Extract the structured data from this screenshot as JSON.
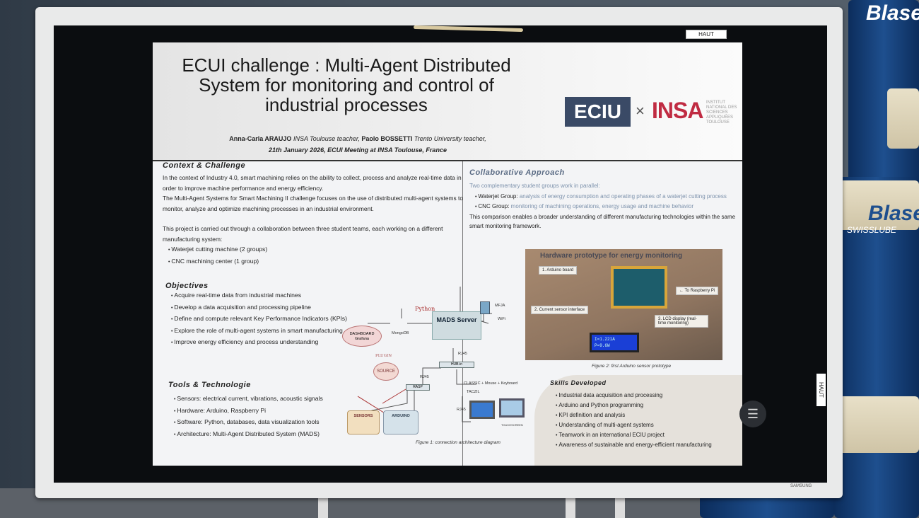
{
  "poster": {
    "title": "ECUI challenge : Multi-Agent Distributed System for monitoring and control of industrial processes",
    "author1": "Anna-Carla ARAUJO",
    "author1_role": "INSA Toulouse teacher,",
    "author2": "Paolo BOSSETTI",
    "author2_role": "Trento University teacher,",
    "date_line": "21th January 2026, ECUI Meeting at INSA Toulouse, France",
    "logo": {
      "ecu": "ECIU",
      "times": "×",
      "insa": "INSA",
      "insa_sub": "INSTITUT NATIONAL DES SCIENCES APPLIQUÉES TOULOUSE"
    },
    "context": {
      "heading": "Context & Challenge",
      "p1": "In the context of Industry 4.0, smart machining relies on the ability to collect, process and analyze real-time data in order to improve machine performance and energy efficiency.",
      "p2": "The Multi-Agent Systems for Smart Machining II challenge focuses on the use of distributed multi-agent systems to monitor, analyze and optimize machining processes in an industrial environment.",
      "p3": "This project is carried out through a collaboration between three student teams, each working on a different manufacturing system:",
      "items": [
        "Waterjet cutting machine (2 groups)",
        "CNC machining center (1 group)"
      ]
    },
    "objectives": {
      "heading": "Objectives",
      "items": [
        "Acquire real-time data from industrial machines",
        "Develop a data acquisition and processing pipeline",
        "Define and compute relevant Key Performance Indicators (KPIs)",
        "Explore the role of multi-agent systems in smart manufacturing",
        "Improve energy efficiency and process understanding"
      ]
    },
    "tools": {
      "heading": "Tools & Technologie",
      "items": [
        "Sensors: electrical current, vibrations, acoustic signals",
        "Hardware: Arduino, Raspberry Pi",
        "Software: Python, databases, data visualization tools",
        "Architecture: Multi-Agent Distributed System (MADS)"
      ]
    },
    "diagram": {
      "python": "Python",
      "mongodb": "MongoDB",
      "dashboard": "DASHBOARD",
      "grafana": "Grafana",
      "server": "MADS Server",
      "mfja": "MFJA",
      "wifi": "WiFi",
      "rj45a": "RJ45",
      "hub": "HUB-in",
      "plugin": "PLUGIN",
      "source": "SOURCE",
      "rj45b": "RJ45",
      "rasp": "RASP",
      "classic": "CLASSIC + Mouse + Keyboard",
      "taczil": "TACZIL",
      "rj45c": "RJ45",
      "touchscreen": "TOUCHSCREEN",
      "sensors": "SENSORS",
      "arduino": "ARDUINO",
      "caption": "Figure 1: connection architecture diagram"
    },
    "collab": {
      "heading": "Collaborative Approach",
      "intro": "Two complementary student groups work in parallel:",
      "items": [
        {
          "name": "Waterjet Group:",
          "desc": "analysis of energy consumption and operating phases of a waterjet cutting process"
        },
        {
          "name": "CNC Group:",
          "desc": "monitoring of machining operations, energy usage and machine behavior"
        }
      ],
      "outro": "This comparison enables a broader understanding of different manufacturing technologies within the same smart monitoring framework."
    },
    "photo": {
      "title": "Hardware prototype for energy monitoring",
      "l1": "1. Arduino board",
      "l2": "2. Current sensor interface",
      "l3": "3. LCD display (real-time monitoring)",
      "l4": "← To Raspberry Pi",
      "lcd1": "I=1.221A",
      "lcd2": "P=9.6W",
      "caption": "Figure 2: first Arduino sensor prototype"
    },
    "skills": {
      "heading": "Skills Developed",
      "items": [
        "Industrial data acquisition and processing",
        "Arduino and Python programming",
        "KPI definition and analysis",
        "Understanding of multi-agent systems",
        "Teamwork in an international ECIU project",
        "Awareness of sustainable and energy-efficient manufacturing"
      ]
    }
  },
  "room": {
    "haut_top": "HAUT",
    "haut_side": "HAUT",
    "brand": "SAMSUNG",
    "barrel_text1": "Blaser",
    "barrel_text2": "SWISSLUBE",
    "menu_icon": "☰"
  }
}
